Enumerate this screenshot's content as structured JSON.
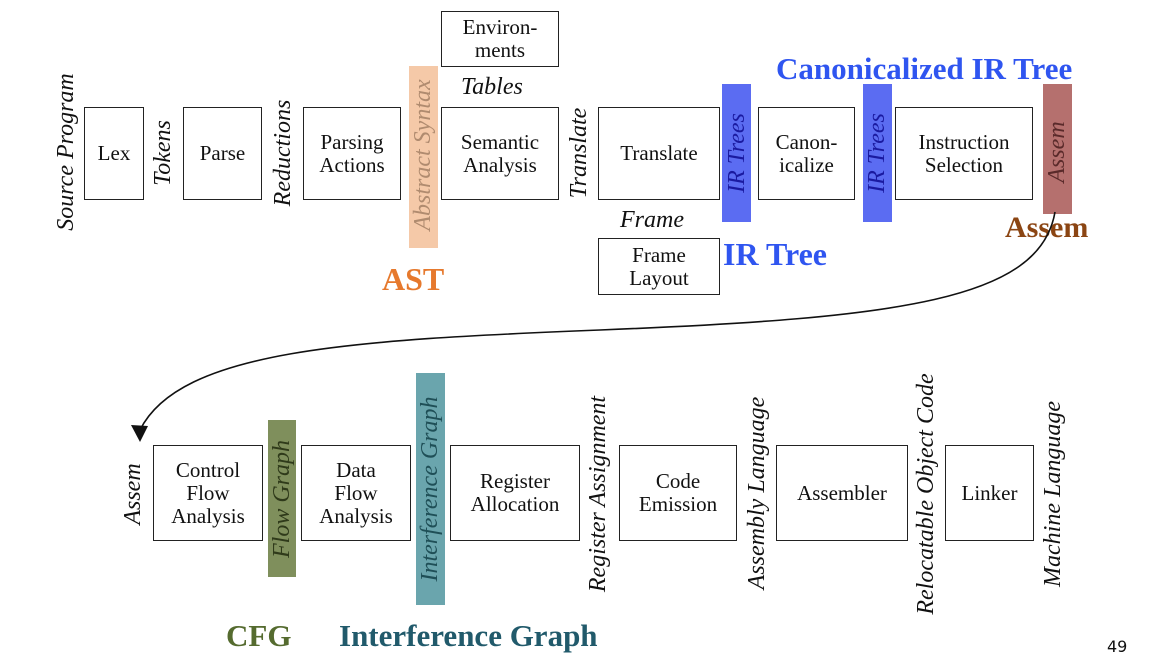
{
  "colors": {
    "ast": "#e6792d",
    "ir": "#2f55f0",
    "assem": "#8b4513",
    "cfg": "#556b2f",
    "interference": "#215a6b",
    "band_ast": "#f5c9a8",
    "band_ir": "#5b6cf2",
    "band_assem": "#b5706e",
    "band_flow": "#7f8f5c",
    "band_interf": "#6aa5ad"
  },
  "boxes": {
    "lex": "Lex",
    "parse": "Parse",
    "parsing_actions": "Parsing\nActions",
    "environments": "Environ-\nments",
    "semantic_analysis": "Semantic\nAnalysis",
    "translate": "Translate",
    "canonicalize": "Canon-\nicalize",
    "instruction_selection": "Instruction\nSelection",
    "frame_layout": "Frame\nLayout",
    "control_flow_analysis": "Control\nFlow\nAnalysis",
    "data_flow_analysis": "Data\nFlow\nAnalysis",
    "register_allocation": "Register\nAllocation",
    "code_emission": "Code\nEmission",
    "assembler": "Assembler",
    "linker": "Linker"
  },
  "vertical_labels": {
    "source_program": "Source Program",
    "tokens": "Tokens",
    "reductions": "Reductions",
    "abstract_syntax": "Abstract Syntax",
    "translate": "Translate",
    "ir_trees_1": "IR Trees",
    "ir_trees_2": "IR Trees",
    "assem_top": "Assem",
    "assem_bottom": "Assem",
    "flow_graph": "Flow Graph",
    "interference_graph": "Interference Graph",
    "register_assignment": "Register Assignment",
    "assembly_language": "Assembly Language",
    "relocatable_object_code": "Relocatable Object Code",
    "machine_language": "Machine Language"
  },
  "horizontal_labels": {
    "tables": "Tables",
    "frame": "Frame"
  },
  "annotations": {
    "canonicalized_ir_tree": "Canonicalized IR Tree",
    "ast": "AST",
    "ir_tree": "IR Tree",
    "assem": "Assem",
    "cfg": "CFG",
    "interference_graph": "Interference Graph"
  },
  "page_number": "49"
}
